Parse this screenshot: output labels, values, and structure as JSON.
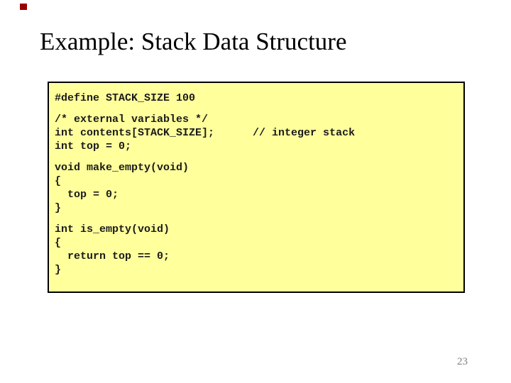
{
  "slide": {
    "title": "Example: Stack Data Structure",
    "page_number": "23",
    "accent_color": "#990000",
    "background_color": "#FFFFFF",
    "code_box": {
      "background": "#FFFF9C",
      "border_color": "#000000",
      "text_color": "#1a1a1a",
      "blocks": [
        "#define STACK_SIZE 100",
        "/* external variables */\nint contents[STACK_SIZE];      // integer stack\nint top = 0;",
        "void make_empty(void)\n{\n  top = 0;\n}",
        "int is_empty(void)\n{\n  return top == 0;\n}"
      ]
    }
  }
}
